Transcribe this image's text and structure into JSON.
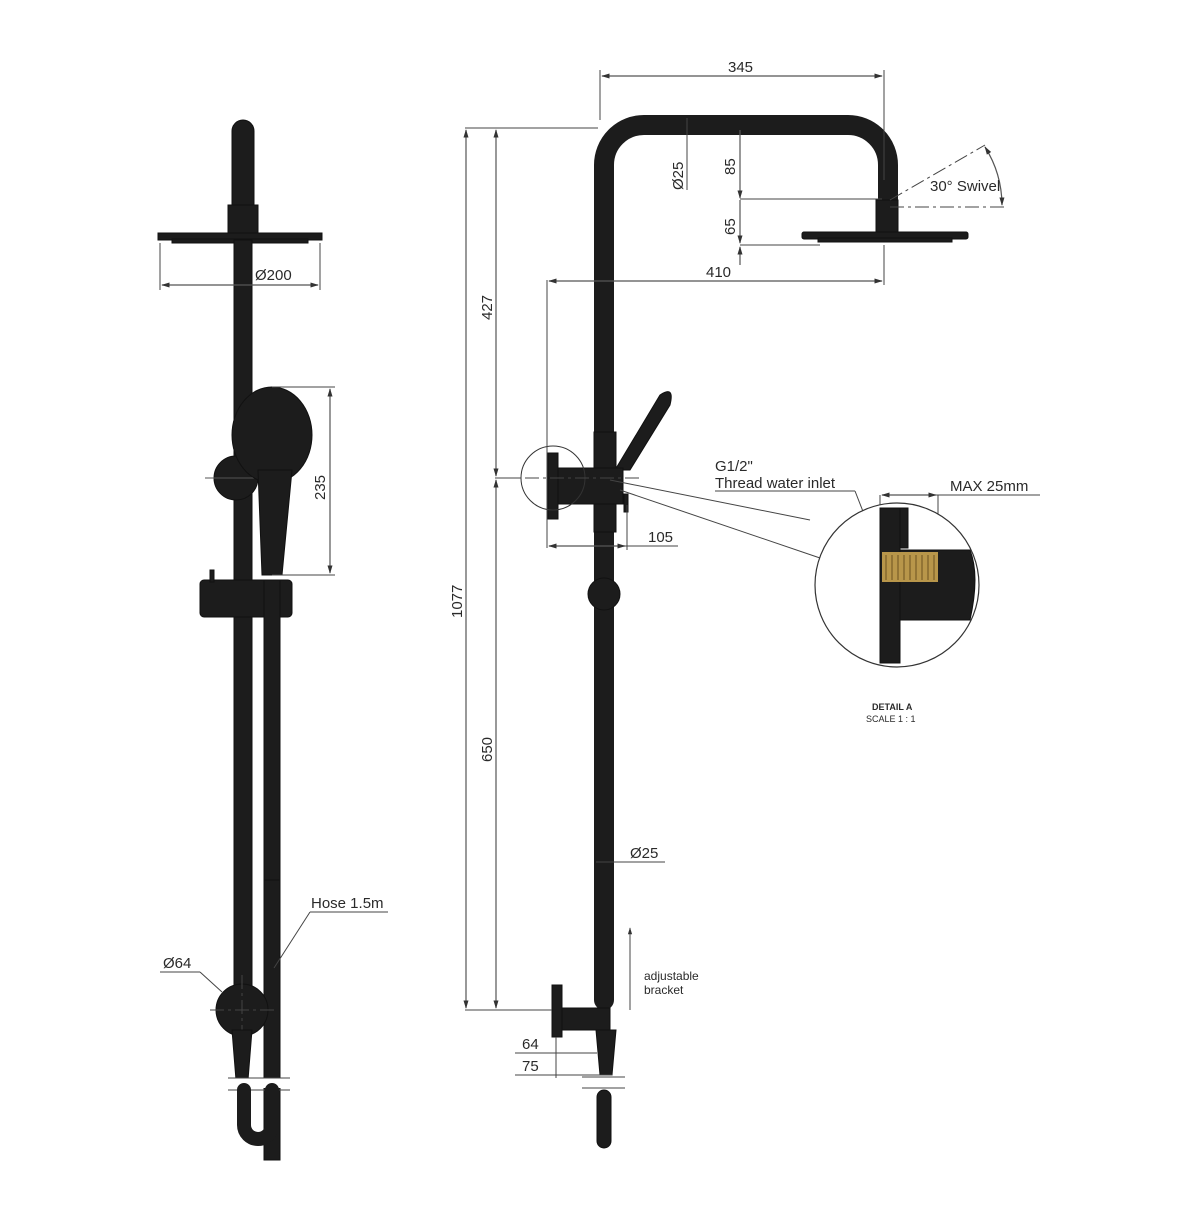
{
  "title": "Twin shower rail technical drawing",
  "front_view": {
    "shower_head_diameter": "Ø200",
    "hand_shower_length": "235",
    "wall_bracket_diameter": "Ø64",
    "hose_label": "Hose 1.5m"
  },
  "side_view": {
    "arm_reach": "345",
    "overall_projection": "410",
    "pipe_diameter_top": "Ø25",
    "head_drop_upper": "85",
    "head_drop_lower": "65",
    "swivel_label": "30° Swivel",
    "upper_height": "427",
    "overall_height": "1077",
    "lower_height": "650",
    "inlet_projection": "105",
    "pipe_diameter_lower": "Ø25",
    "bracket_label_line1": "adjustable",
    "bracket_label_line2": "bracket",
    "bracket_offset_1": "64",
    "bracket_offset_2": "75"
  },
  "inlet_callout": {
    "line1": "G1/2\"",
    "line2": "Thread water inlet",
    "max_depth": "MAX 25mm"
  },
  "detail": {
    "title": "DETAIL A",
    "scale": "SCALE 1 : 1"
  },
  "colors": {
    "part": "#1c1c1c",
    "dimension": "#555555",
    "thread_brass": "#b8964a",
    "background": "#ffffff"
  }
}
